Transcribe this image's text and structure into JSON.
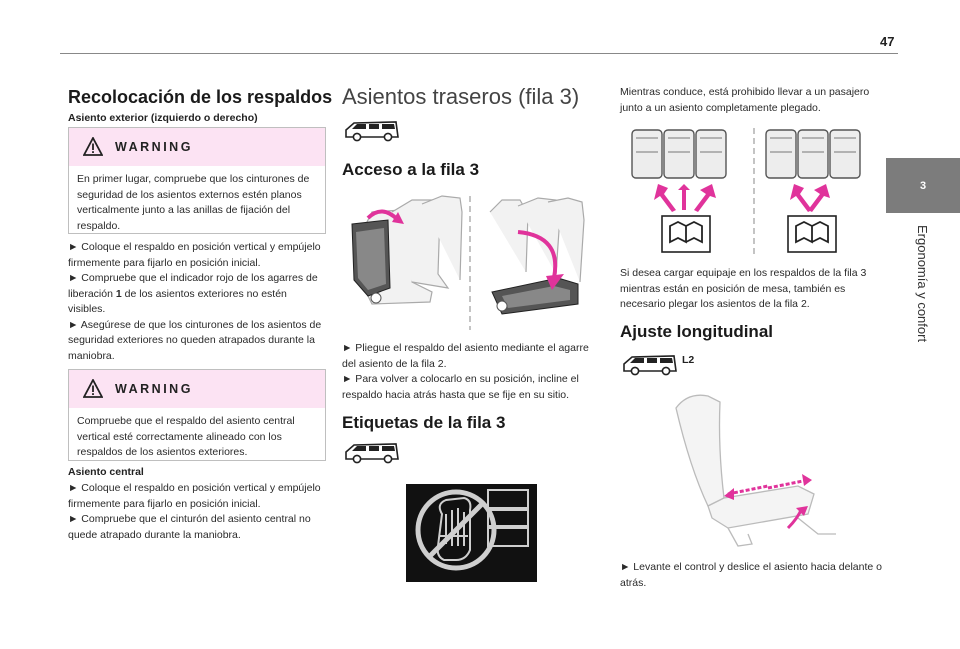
{
  "page": {
    "number": "47"
  },
  "side_tab": {
    "number": "3",
    "title": "Ergonomía y confort"
  },
  "col1": {
    "title": "Recolocación de los respaldos",
    "subtitle1": "Asiento exterior (izquierdo o derecho)",
    "warning1": {
      "label": "WARNING",
      "text": "En primer lugar, compruebe que los cinturones de seguridad de los asientos externos estén planos verticalmente junto a las anillas de fijación del respaldo."
    },
    "steps1": [
      "► Coloque el respaldo en posición vertical y empújelo firmemente para fijarlo en posición inicial.",
      "► Compruebe que el indicador rojo de los agarres de liberación ",
      "1",
      " de los asientos exteriores no estén visibles.",
      "► Asegúrese de que los cinturones de los asientos de seguridad exteriores no queden atrapados durante la maniobra."
    ],
    "warning2": {
      "label": "WARNING",
      "text": "Compruebe que el respaldo del asiento central vertical esté correctamente alineado con los respaldos de los asientos exteriores."
    },
    "subtitle2": "Asiento central",
    "steps2": [
      "► Coloque el respaldo en posición vertical y empújelo firmemente para fijarlo en posición inicial.",
      "► Compruebe que el cinturón del asiento central no quede atrapado durante la maniobra."
    ]
  },
  "col2": {
    "title": "Asientos traseros (fila 3)",
    "section1": "Acceso a la fila 3",
    "steps": [
      "► Pliegue el respaldo del asiento mediante el agarre del asiento de la fila 2.",
      "► Para volver a colocarlo en su posición, incline el respaldo hacia atrás hasta que se fije en su sitio."
    ],
    "section2": "Etiquetas de la fila 3"
  },
  "col3": {
    "intro": "Mientras conduce, está prohibido llevar a un pasajero junto a un asiento completamente plegado.",
    "text2": "Si desea cargar equipaje en los respaldos de la fila 3 mientras están en posición de mesa, también es necesario plegar los asientos de la fila 2.",
    "section": "Ajuste longitudinal",
    "badge": "L2",
    "step": "► Levante el control y deslice el asiento hacia delante o atrás."
  },
  "colors": {
    "warning_bg": "#fce3f3",
    "arrow": "#e0339b",
    "tab": "#7c7c7c"
  }
}
